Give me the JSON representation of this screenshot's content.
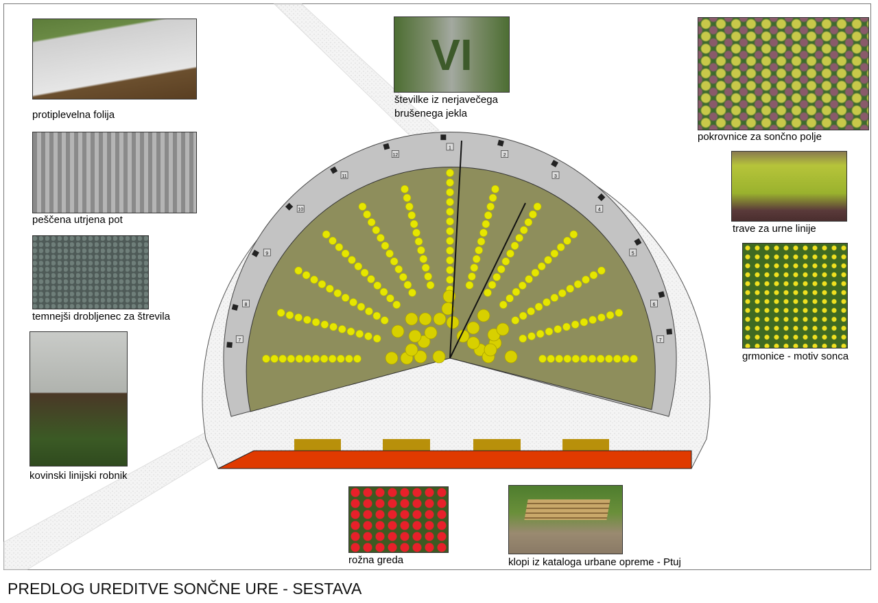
{
  "title": "PREDLOG UREDITVE SONČNE URE - SESTAVA",
  "captions": {
    "folija": "protiplevelna folija",
    "pot": "peščena utrjena pot",
    "drobljenec": "temnejši drobljenec za štrevila",
    "robnik": "kovinski linijski robnik",
    "stevilke_1": "številke iz nerjavečega",
    "stevilke_2": "brušenega jekla",
    "pokrovnice": "pokrovnice za sončno polje",
    "trave": "trave za urne linije",
    "grmonice": "grmonice - motiv sonca",
    "rozna": "rožna greda",
    "klopi": "klopi iz kataloga urbane opreme - Ptuj"
  },
  "photo_numeral": "VI",
  "hour_labels": [
    "7",
    "8",
    "9",
    "10",
    "11",
    "12",
    "1",
    "2",
    "3",
    "4",
    "5",
    "6",
    "7"
  ],
  "colors": {
    "dial": "#8e8e5c",
    "ring": "#c3c3c3",
    "dots": "#e6e600",
    "strip": "#e03a00",
    "bench": "#b8900a"
  }
}
